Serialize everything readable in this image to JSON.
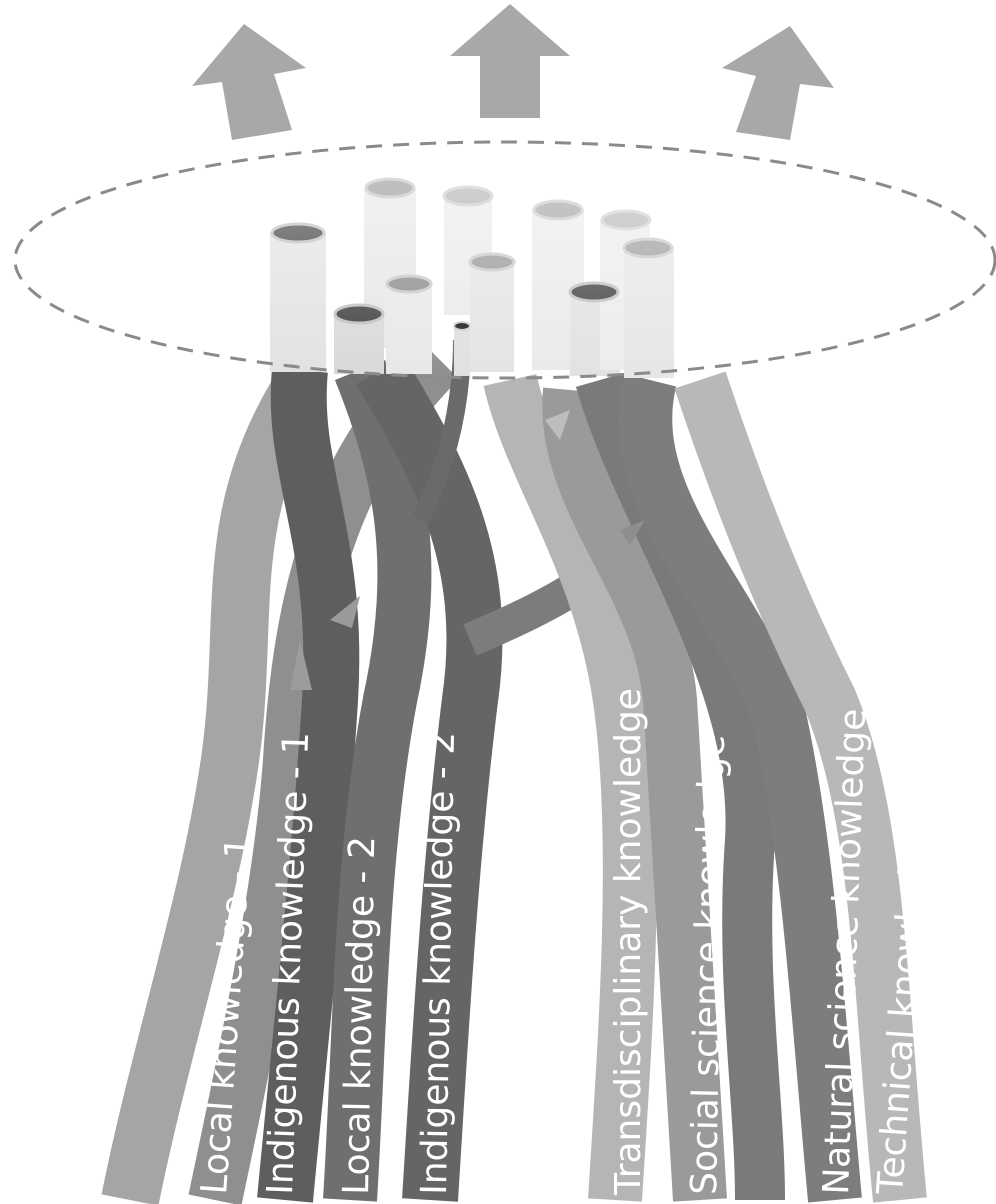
{
  "strands": [
    {
      "id": "local-1",
      "label": "Local knowledge - 1",
      "color": "#8f8f8f"
    },
    {
      "id": "indigenous-1",
      "label": "Indigenous knowledge - 1",
      "color": "#5e5e5e"
    },
    {
      "id": "local-2",
      "label": "Local knowledge - 2",
      "color": "#6f6f6f"
    },
    {
      "id": "indigenous-2",
      "label": "Indigenous knowledge - 2",
      "color": "#656565"
    },
    {
      "id": "transdisciplinary",
      "label": "Transdisciplinary knowledge",
      "color": "#b5b5b5"
    },
    {
      "id": "social-science",
      "label": "Social science knowledge",
      "color": "#9a9a9a"
    },
    {
      "id": "natural-science",
      "label": "Natural science knowledge",
      "color": "#7d7d7d"
    },
    {
      "id": "technical",
      "label": "Technical knowledge",
      "color": "#b8b8b8"
    }
  ],
  "colors": {
    "background": "#ffffff",
    "arrow": "#a8a8a8",
    "ellipse_stroke": "#8a8a8a",
    "tube_light": "#e4e4e4",
    "label_text": "#ffffff"
  },
  "icons": [
    "up-arrow-icon"
  ]
}
